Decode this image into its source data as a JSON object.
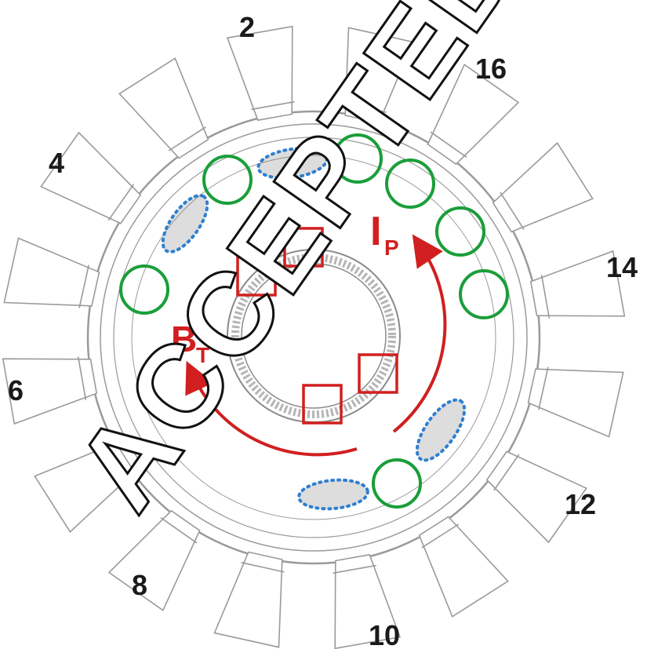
{
  "port_labels": [
    "2",
    "16",
    "4",
    "14",
    "6",
    "12",
    "8",
    "10"
  ],
  "field_labels": {
    "plasma_current": "I",
    "plasma_current_sub": "P",
    "toroidal_field": "B",
    "toroidal_field_sub": "T"
  },
  "watermark": "ACCEPTED M",
  "colors": {
    "red": "#d11f1f",
    "green": "#1a9e3a",
    "blue_dotted": "#2f7fd0",
    "vessel_lines": "#9a9a9a"
  }
}
